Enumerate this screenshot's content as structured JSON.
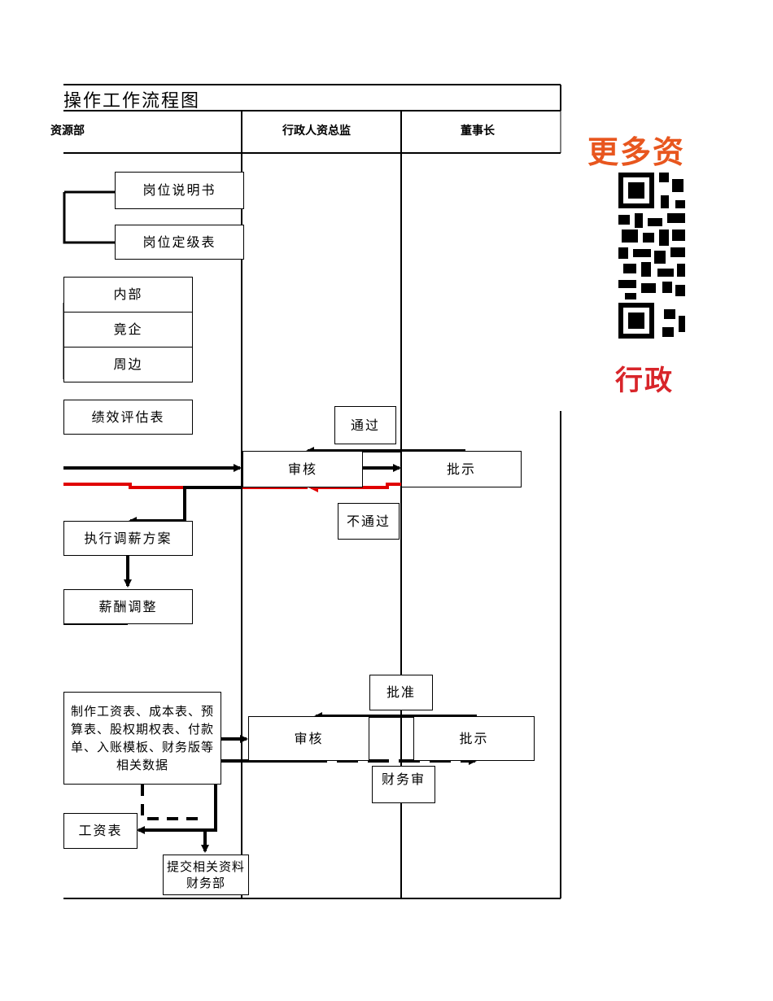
{
  "title": "操作工作流程图",
  "columns": {
    "col1": "资源部",
    "col2": "行政人资总监",
    "col3": "董事长"
  },
  "boxes": {
    "job_desc": "岗位说明书",
    "job_grade": "岗位定级表",
    "internal": "内部",
    "competitor": "竟企",
    "surrounding": "周边",
    "perf_eval": "绩效评估表",
    "pass": "通过",
    "review1": "审核",
    "approve1": "批示",
    "fail": "不通过",
    "exec_plan": "执行调薪方案",
    "salary_adjust": "薪酬调整",
    "approved": "批准",
    "make_tables": "制作工资表、成本表、预算表、股权期权表、付款单、入账模板、财务版等相关数据",
    "review2": "审核",
    "approve2": "批示",
    "finance_review": "财务审",
    "payroll": "工资表",
    "submit_finance": "提交相关资料财务部"
  },
  "promo": {
    "line1": "更多资",
    "line2": "行政",
    "qr_icon": "qr-code-icon",
    "color1": "#e8561e",
    "color2": "#d8252a"
  }
}
